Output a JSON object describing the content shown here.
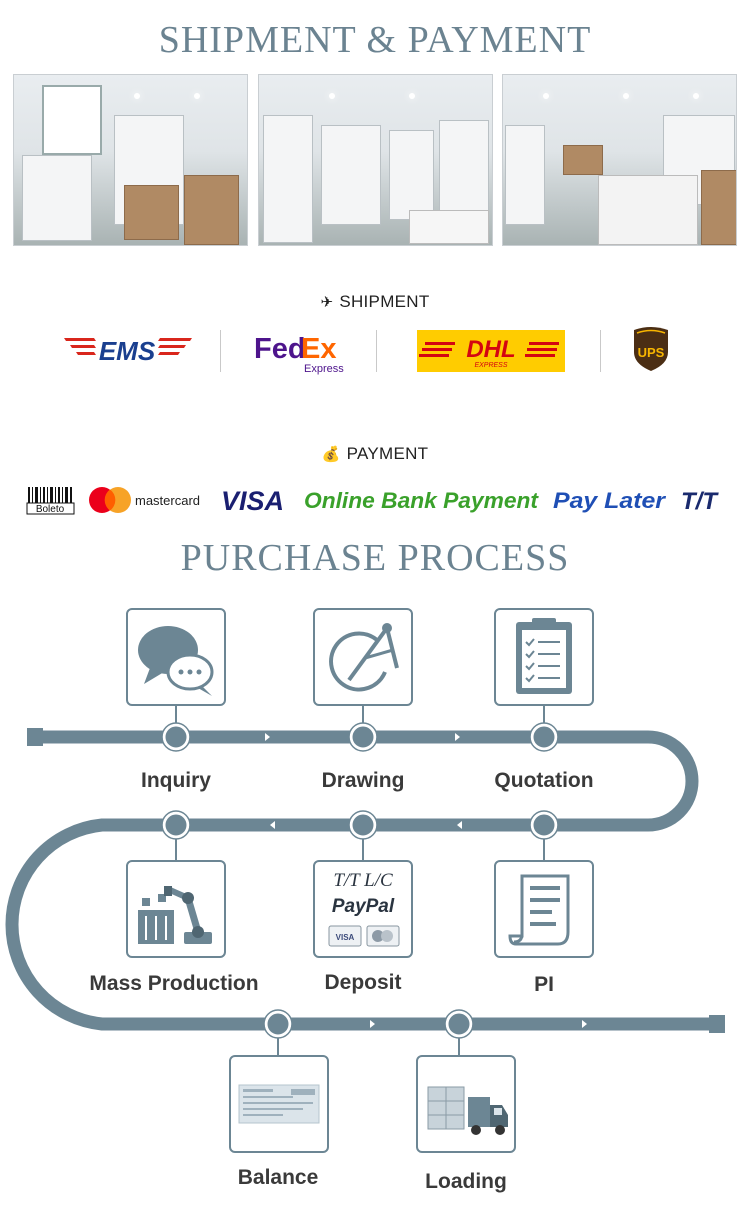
{
  "headings": {
    "shipment_payment": "SHIPMENT & PAYMENT",
    "purchase_process": "PURCHASE PROCESS"
  },
  "shipment": {
    "label": "SHIPMENT",
    "icon": "airplane-icon",
    "carriers": {
      "ems": "EMS",
      "fedex_fed": "Fed",
      "fedex_ex": "Ex",
      "fedex_sub": "Express",
      "dhl": "DHL",
      "dhl_sub": "EXPRESS",
      "ups": "UPS"
    }
  },
  "payment": {
    "label": "PAYMENT",
    "icon": "money-bag-icon",
    "methods": {
      "boleto": "Boleto",
      "mastercard": "mastercard",
      "visa": "VISA",
      "online_bank": "Online Bank Payment",
      "pay_later": "Pay Later",
      "tt": "T/T"
    }
  },
  "process": {
    "steps": [
      {
        "label": "Inquiry",
        "icon": "chat-bubbles-icon"
      },
      {
        "label": "Drawing",
        "icon": "compass-icon"
      },
      {
        "label": "Quotation",
        "icon": "clipboard-checklist-icon"
      },
      {
        "label": "PI",
        "icon": "document-icon"
      },
      {
        "label": "Deposit",
        "icon": "payment-methods-icon"
      },
      {
        "label": "Mass Production",
        "icon": "robot-arm-icon"
      },
      {
        "label": "Balance",
        "icon": "bank-slip-icon"
      },
      {
        "label": "Loading",
        "icon": "truck-icon"
      }
    ],
    "deposit_icon_text": {
      "tt_lc": "T/T L/C",
      "paypal": "PayPal",
      "visa": "VISA"
    }
  },
  "colors": {
    "heading": "#6b8391",
    "track": "#6c8694",
    "dhl_yellow": "#ffcc00",
    "dhl_red": "#d40511",
    "fedex_purple": "#4d148c",
    "fedex_orange": "#ff6600",
    "visa_blue": "#1a1f71",
    "online_bank_green": "#3aa12b",
    "pay_later_blue": "#1f4fb5"
  }
}
